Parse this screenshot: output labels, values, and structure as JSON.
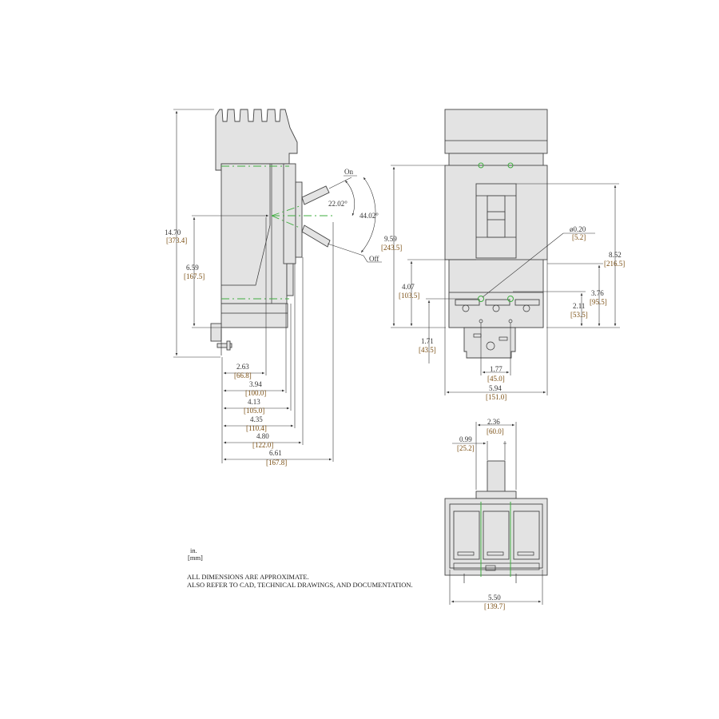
{
  "side_view": {
    "height_total": {
      "in": "14.70",
      "mm": "[373.4]"
    },
    "handle_height": {
      "in": "6.59",
      "mm": "[167.5]"
    },
    "angle_on": "22.02°",
    "angle_total": "44.02°",
    "label_on": "On",
    "label_off": "Off",
    "depths": [
      {
        "in": "2.63",
        "mm": "[66.8]"
      },
      {
        "in": "3.94",
        "mm": "[100.0]"
      },
      {
        "in": "4.13",
        "mm": "[105.0]"
      },
      {
        "in": "4.35",
        "mm": "[110.4]"
      },
      {
        "in": "4.80",
        "mm": "[122.0]"
      },
      {
        "in": "6.61",
        "mm": "[167.8]"
      }
    ]
  },
  "front_view": {
    "height_mount": {
      "in": "9.59",
      "mm": "[243.5]"
    },
    "handle_bottom": {
      "in": "4.07",
      "mm": "[103.5]"
    },
    "lower_hole": {
      "in": "1.71",
      "mm": "[43.5]"
    },
    "handle_top": {
      "in": "8.52",
      "mm": "[216.5]"
    },
    "cover_bottom": {
      "in": "3.76",
      "mm": "[95.5]"
    },
    "hole_height": {
      "in": "2.11",
      "mm": "[53.5]"
    },
    "hole_diameter": {
      "in": "ø0.20",
      "mm": "[5.2]"
    },
    "hole_spacing": {
      "in": "1.77",
      "mm": "[45.0]"
    },
    "width": {
      "in": "5.94",
      "mm": "[151.0]"
    }
  },
  "bottom_view": {
    "outer_width": {
      "in": "2.36",
      "mm": "[60.0]"
    },
    "handle_width": {
      "in": "0.99",
      "mm": "[25.2]"
    },
    "width": {
      "in": "5.50",
      "mm": "[139.7]"
    }
  },
  "legend": {
    "unit_in": "in.",
    "unit_mm": "[mm]"
  },
  "notes": [
    "ALL DIMENSIONS ARE APPROXIMATE.",
    "ALSO REFER TO CAD, TECHNICAL DRAWINGS, AND DOCUMENTATION."
  ]
}
